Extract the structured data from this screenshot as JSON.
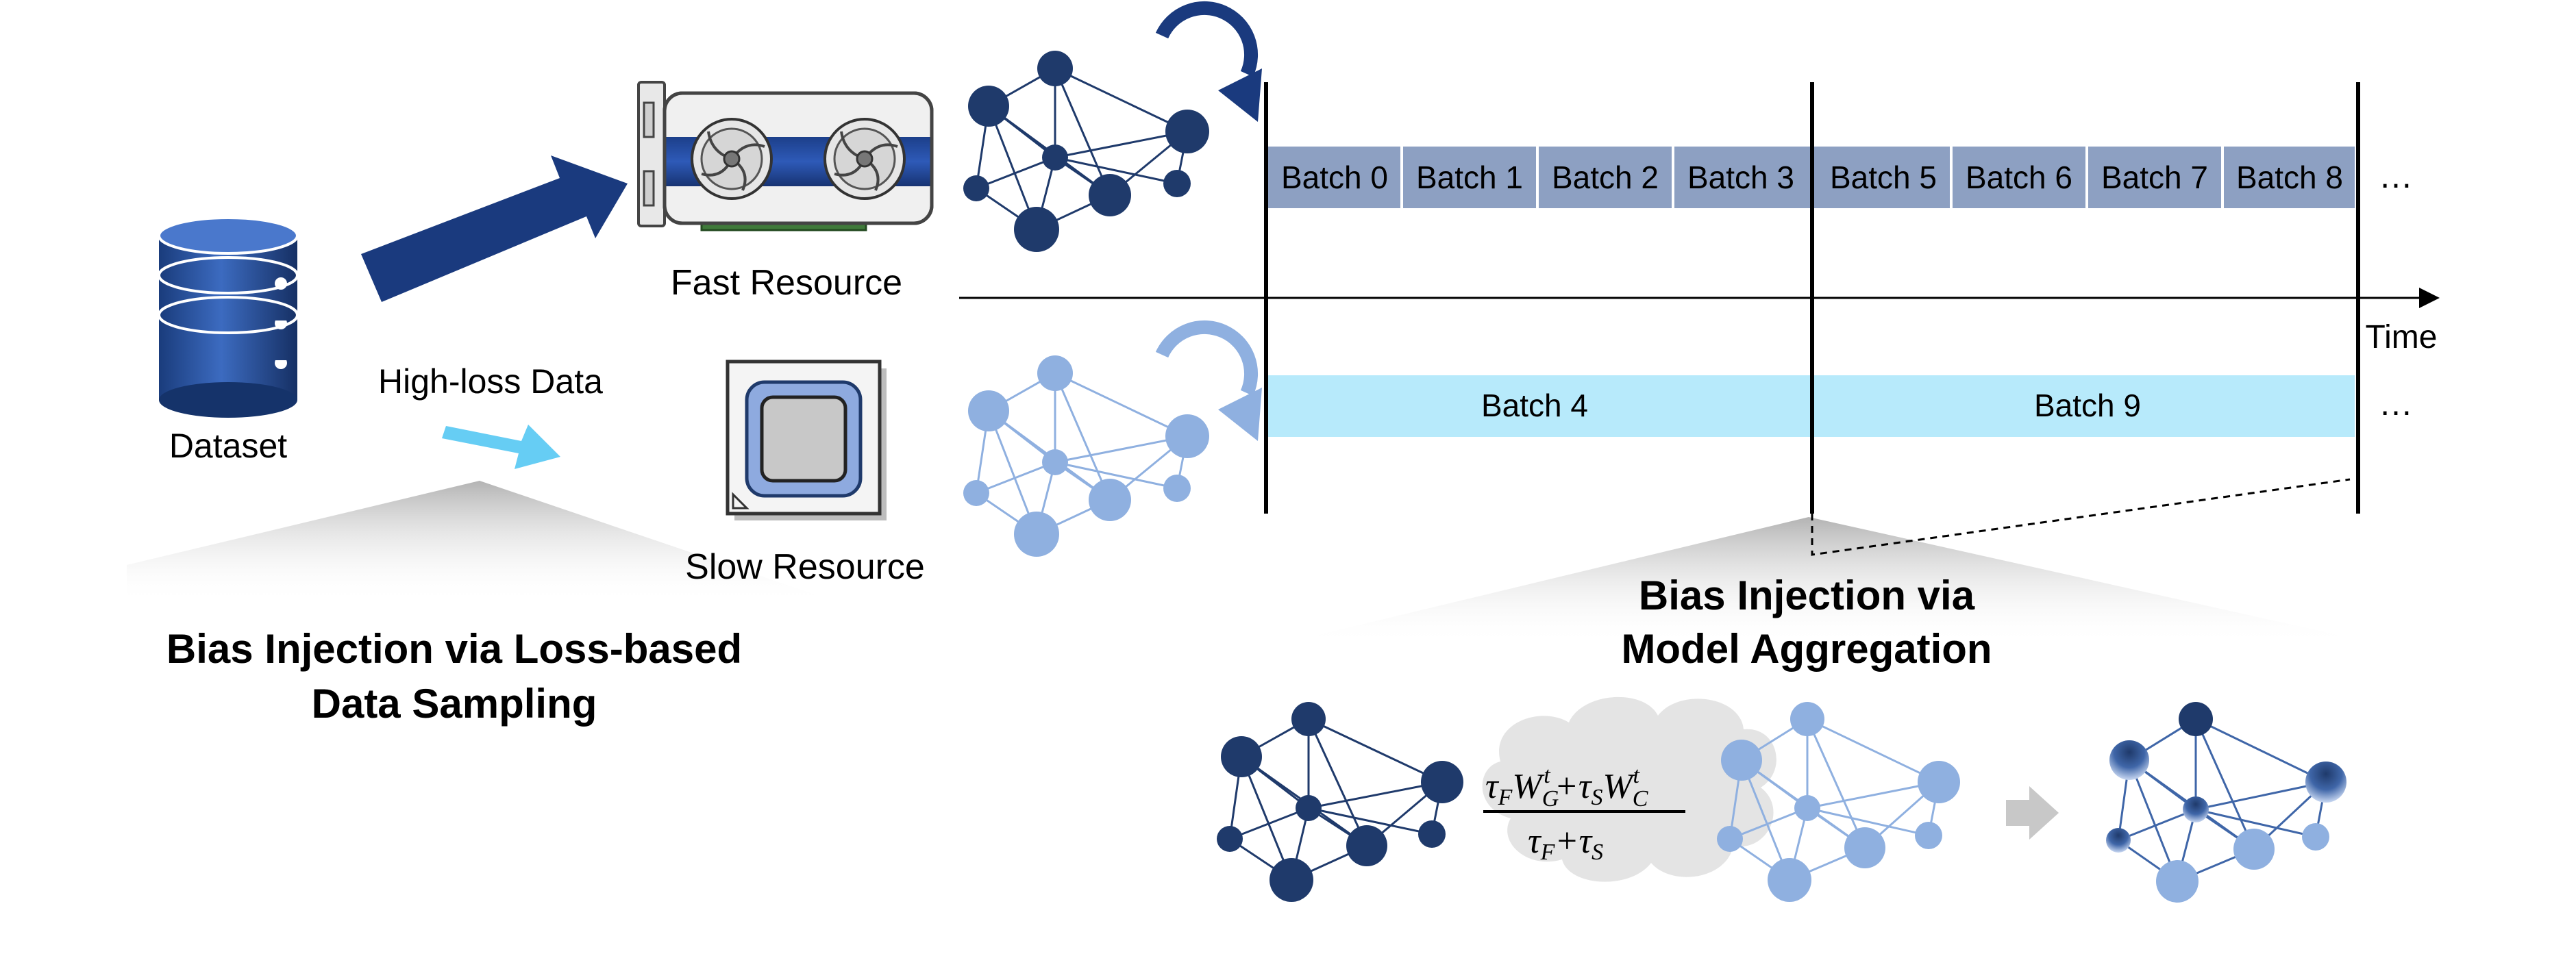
{
  "dataset_label": "Dataset",
  "high_loss_label": "High-loss Data",
  "fast_resource_label": "Fast Resource",
  "slow_resource_label": "Slow Resource",
  "time_label": "Time",
  "fast_batches": [
    "Batch 0",
    "Batch 1",
    "Batch 2",
    "Batch 3",
    "Batch 5",
    "Batch 6",
    "Batch 7",
    "Batch 8"
  ],
  "slow_batches": [
    "Batch 4",
    "Batch 9"
  ],
  "ellipsis": "…",
  "left_caption": {
    "line1": "Bias Injection via Loss-based",
    "line2": "Data Sampling"
  },
  "right_caption": {
    "line1": "Bias Injection via",
    "line2": "Model Aggregation"
  },
  "formula": {
    "tau": "τ",
    "F": "F",
    "S": "S",
    "W": "W",
    "G": "G",
    "C": "C",
    "t": "t",
    "plus": "+"
  },
  "colors": {
    "fast_dark": "#1f3a6b",
    "fast_batch_bg": "#8da0c2",
    "slow_light": "#8fb0e0",
    "slow_batch_bg": "#b7eafb",
    "high_loss_arrow": "#66cdf4",
    "gray_arrow": "#c8c8c8"
  }
}
